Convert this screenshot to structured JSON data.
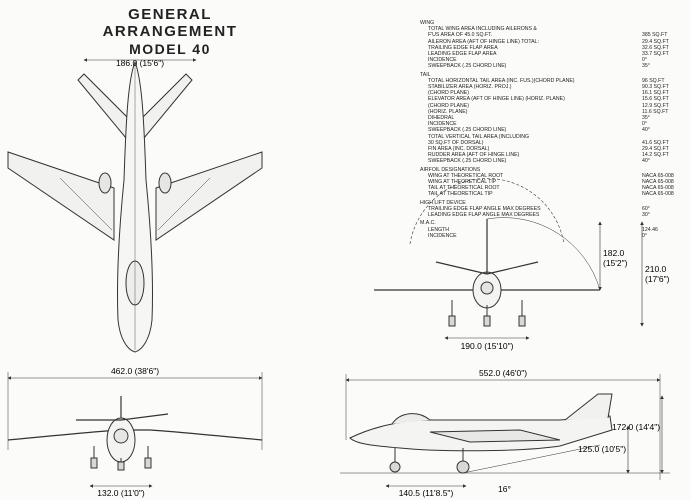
{
  "title": {
    "line1": "GENERAL ARRANGEMENT",
    "line2": "MODEL 40"
  },
  "dimensions": {
    "tail_span": "186.0 (15'6\")",
    "height_upper": "182.0",
    "height_upper_ft": "(15'2\")",
    "height_total": "210.0",
    "height_total_ft": "(17'6\")",
    "tread_front": "190.0 (15'10\")",
    "span": "462.0 (38'6\")",
    "length": "552.0 (46'0\")",
    "tread_rear": "132.0 (11'0\")",
    "height_side_total": "172.0 (14'4\")",
    "height_side": "125.0 (10'5\")",
    "wheelbase": "140.5 (11'8.5\")",
    "angle": "16°"
  },
  "spec_sections": [
    {
      "heading": "WING",
      "rows": [
        {
          "k": "TOTAL WING AREA INCLUDING AILERONS &",
          "v": ""
        },
        {
          "k": "  F'US AREA OF 45.0 SQ.FT.",
          "v": "385 SQ.FT"
        },
        {
          "k": "AILERON AREA (AFT OF HINGE LINE) TOTAL:",
          "v": "29.4 SQ.FT"
        },
        {
          "k": "TRAILING EDGE FLAP AREA",
          "v": "32.6 SQ.FT"
        },
        {
          "k": "LEADING EDGE FLAP AREA",
          "v": "33.7 SQ.FT"
        },
        {
          "k": "INCIDENCE",
          "v": "0°"
        },
        {
          "k": "SWEEPBACK  (.25 CHORD LINE)",
          "v": "35°"
        }
      ]
    },
    {
      "heading": "TAIL",
      "rows": [
        {
          "k": "TOTAL HORIZONTAL TAIL AREA  (INC. FUS.)(CHORD PLANE)",
          "v": "96  SQ.FT"
        },
        {
          "k": "STABILIZER AREA                 (HORIZ. PROJ.)",
          "v": "90.3 SQ.FT"
        },
        {
          "k": "                                (CHORD PLANE)",
          "v": "16.1 SQ.FT"
        },
        {
          "k": "ELEVATOR AREA (AFT OF HINGE LINE)  (HORIZ. PLANE)",
          "v": "15.6 SQ.FT"
        },
        {
          "k": "                                (CHORD PLANE)",
          "v": "12.9 SQ.FT"
        },
        {
          "k": "                                (HORIZ. PLANE)",
          "v": "11.6 SQ.FT"
        },
        {
          "k": "DIHEDRAL",
          "v": "35°"
        },
        {
          "k": "INCIDENCE",
          "v": "0°"
        },
        {
          "k": "SWEEPBACK  (.25 CHORD LINE)",
          "v": "40°"
        },
        {
          "k": "TOTAL VERTICAL TAIL AREA (INCLUDING",
          "v": ""
        },
        {
          "k": "  30 SQ.FT OF DORSAL)",
          "v": "41.6  SQ.FT"
        },
        {
          "k": "FIN AREA  (INC. DORSAL)",
          "v": "29.4 SQ.FT"
        },
        {
          "k": "RUDDER AREA (AFT OF HINGE LINE)",
          "v": "14.2 SQ.FT"
        },
        {
          "k": "SWEEPBACK  (.25 CHORD LINE)",
          "v": "40°"
        }
      ]
    },
    {
      "heading": "AIRFOIL DESIGNATIONS",
      "rows": [
        {
          "k": "WING AT THEORETICAL ROOT",
          "v": "NACA 65-008"
        },
        {
          "k": "WING AT THEORETICAL TIP",
          "v": "NACA 65-008"
        },
        {
          "k": "TAIL AT THEORETICAL ROOT",
          "v": "NACA 65-008"
        },
        {
          "k": "TAIL AT THEORETICAL TIP",
          "v": "NACA 65-008"
        }
      ]
    },
    {
      "heading": "HIGH LIFT DEVICE",
      "rows": [
        {
          "k": "TRAILING EDGE FLAP ANGLE MAX DEGREES",
          "v": "60°"
        },
        {
          "k": "LEADING EDGE FLAP ANGLE MAX DEGREES",
          "v": "30°"
        }
      ]
    },
    {
      "heading": "M.A.C.",
      "rows": [
        {
          "k": "LENGTH",
          "v": "124.46"
        },
        {
          "k": "INCIDENCE",
          "v": "0°"
        }
      ]
    }
  ]
}
